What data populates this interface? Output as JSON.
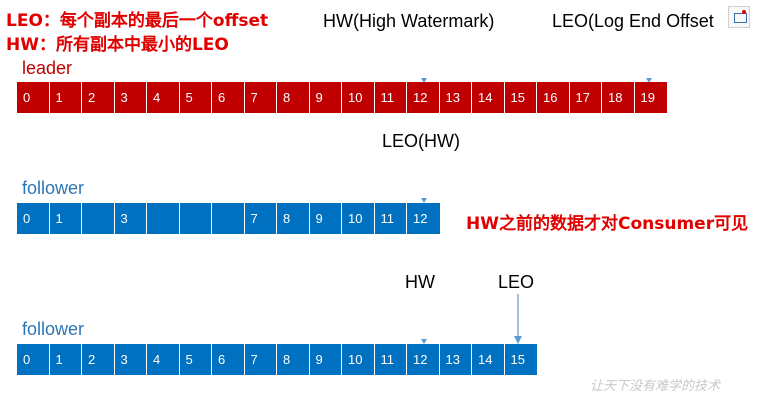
{
  "definitions": {
    "leo": "LEO：每个副本的最后一个offset",
    "hw": "HW：所有副本中最小的LEO"
  },
  "top_labels": {
    "hw": "HW(High Watermark)",
    "leo": "LEO(Log End Offset"
  },
  "rows": {
    "leader": {
      "label": "leader",
      "cells": [
        "0",
        "1",
        "2",
        "3",
        "4",
        "5",
        "6",
        "7",
        "8",
        "9",
        "10",
        "11",
        "12",
        "13",
        "14",
        "15",
        "16",
        "17",
        "18",
        "19"
      ]
    },
    "follower1": {
      "label": "follower",
      "cells": [
        "0",
        "1",
        "",
        "3",
        "",
        "",
        "",
        "7",
        "8",
        "9",
        "10",
        "11",
        "12"
      ]
    },
    "follower2": {
      "label": "follower",
      "cells": [
        "0",
        "1",
        "2",
        "3",
        "4",
        "5",
        "6",
        "7",
        "8",
        "9",
        "10",
        "11",
        "12",
        "13",
        "14",
        "15"
      ]
    }
  },
  "mid_label": "LEO(HW)",
  "note": "HW之前的数据才对Consumer可见",
  "bottom_labels": {
    "hw": "HW",
    "leo": "LEO"
  },
  "watermark": "让天下没有难学的技术",
  "colors": {
    "leader": "#c00000",
    "follower": "#0070c0",
    "note": "#e00000",
    "marker": "#5b9bd5"
  }
}
